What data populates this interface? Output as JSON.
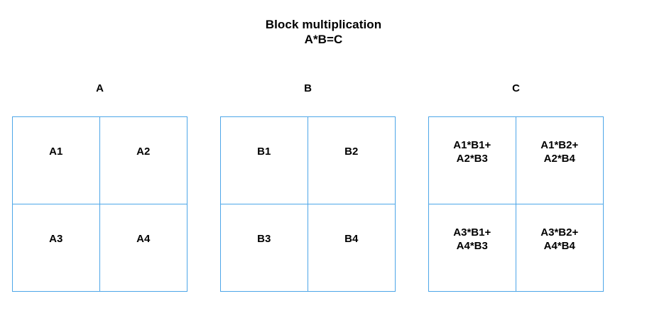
{
  "title": {
    "main": "Block multiplication",
    "subtitle": "A*B=C"
  },
  "colors": {
    "grid_border": "#4da6e8",
    "text": "#000000",
    "background": "#ffffff"
  },
  "matrices": [
    {
      "label": "A",
      "cells": [
        {
          "position": "top-left",
          "text": "A1"
        },
        {
          "position": "top-right",
          "text": "A2"
        },
        {
          "position": "bottom-left",
          "text": "A3"
        },
        {
          "position": "bottom-right",
          "text": "A4"
        }
      ]
    },
    {
      "label": "B",
      "cells": [
        {
          "position": "top-left",
          "text": "B1"
        },
        {
          "position": "top-right",
          "text": "B2"
        },
        {
          "position": "bottom-left",
          "text": "B3"
        },
        {
          "position": "bottom-right",
          "text": "B4"
        }
      ]
    },
    {
      "label": "C",
      "cells": [
        {
          "position": "top-left",
          "text": "A1*B1+\nA2*B3"
        },
        {
          "position": "top-right",
          "text": "A1*B2+\nA2*B4"
        },
        {
          "position": "bottom-left",
          "text": "A3*B1+\nA4*B3"
        },
        {
          "position": "bottom-right",
          "text": "A3*B2+\nA4*B4"
        }
      ]
    }
  ]
}
